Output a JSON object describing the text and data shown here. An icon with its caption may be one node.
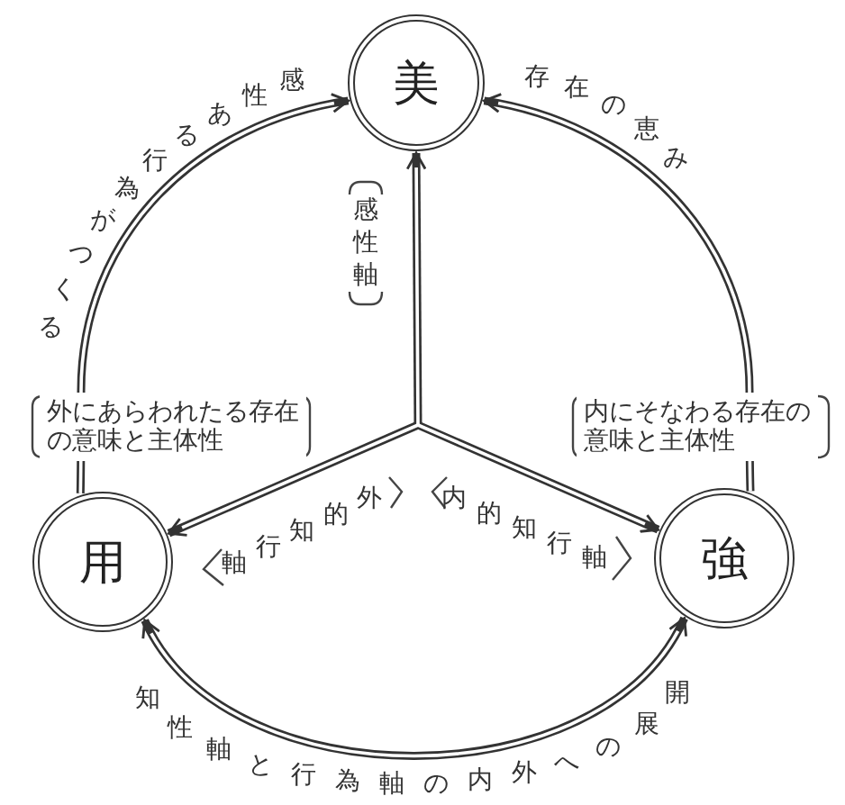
{
  "diagram": {
    "nodes": [
      {
        "text": [
          "美"
        ]
      },
      {
        "text": [
          "用"
        ]
      },
      {
        "text": [
          "強"
        ]
      }
    ],
    "edges": [
      {
        "from": null,
        "to": 0,
        "arrow": "to",
        "label": "感性軸"
      },
      {
        "from": null,
        "to": 1,
        "arrow": "to",
        "label": "外的知行軸"
      },
      {
        "from": null,
        "to": 2,
        "arrow": "to",
        "label": "内的知行軸"
      },
      {
        "from": 1,
        "to": 0,
        "arrow": "to",
        "label": "感性ある行為がつくる"
      },
      {
        "from": 2,
        "to": 0,
        "arrow": "to",
        "label": "存在の恵み"
      },
      {
        "from": 1,
        "to": 2,
        "arrow": "both",
        "label": "知性軸と行為軸の内外への展開"
      }
    ],
    "labels": [
      "外にあらわれたる存在の意味と主体性",
      "内にそなわる存在の意味と主体性"
    ]
  }
}
